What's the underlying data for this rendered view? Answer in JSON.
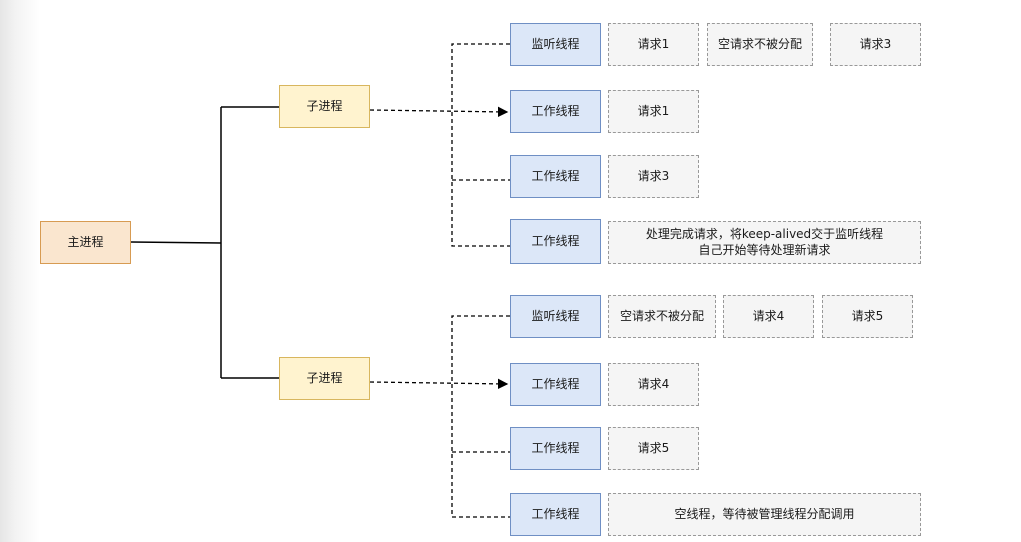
{
  "main_process": {
    "label": "主进程"
  },
  "groups": [
    {
      "sub_process": "子进程",
      "threads": [
        {
          "label": "监听线程",
          "requests": [
            "请求1",
            "空请求不被分配",
            "请求3"
          ]
        },
        {
          "label": "工作线程",
          "requests": [
            "请求1"
          ]
        },
        {
          "label": "工作线程",
          "requests": [
            "请求3"
          ]
        },
        {
          "label": "工作线程",
          "requests": [
            "处理完成请求，将keep-alived交于监听线程\n自己开始等待处理新请求"
          ]
        }
      ]
    },
    {
      "sub_process": "子进程",
      "threads": [
        {
          "label": "监听线程",
          "requests": [
            "空请求不被分配",
            "请求4",
            "请求5"
          ]
        },
        {
          "label": "工作线程",
          "requests": [
            "请求4"
          ]
        },
        {
          "label": "工作线程",
          "requests": [
            "请求5"
          ]
        },
        {
          "label": "工作线程",
          "requests": [
            "空线程，等待被管理线程分配调用"
          ]
        }
      ]
    }
  ],
  "colors": {
    "main_process_fill": "#fae6cf",
    "sub_process_fill": "#fff3cf",
    "thread_fill": "#dce7f8",
    "request_fill": "#f5f5f5"
  }
}
